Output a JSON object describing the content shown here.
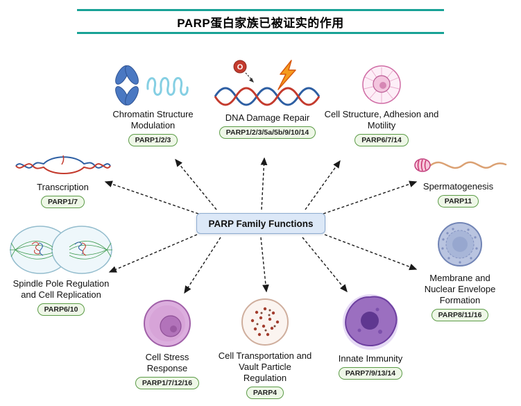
{
  "title": "PARP蛋白家族已被证实的作用",
  "center_box": {
    "label": "PARP Family Functions"
  },
  "functions": [
    {
      "name": "chromatin-structure-modulation",
      "label": "Chromatin Structure Modulation",
      "badge": "PARP1/2/3",
      "icon": "chromosome-icon"
    },
    {
      "name": "dna-damage-repair",
      "label": "DNA Damage Repair",
      "badge": "PARP1/2/3/5a/5b/9/10/14",
      "icon": "dna-damage-icon"
    },
    {
      "name": "cell-structure-adhesion-motility",
      "label": "Cell Structure, Adhesion and Motility",
      "badge": "PARP6/7/14",
      "icon": "cell-icon"
    },
    {
      "name": "transcription",
      "label": "Transcription",
      "badge": "PARP1/7",
      "icon": "transcription-bubble-icon"
    },
    {
      "name": "spermatogenesis",
      "label": "Spermatogenesis",
      "badge": "PARP11",
      "icon": "sperm-icon"
    },
    {
      "name": "spindle-pole-regulation-cell-replication",
      "label": "Spindle Pole Regulation and Cell Replication",
      "badge": "PARP6/10",
      "icon": "dividing-cell-icon"
    },
    {
      "name": "membrane-nuclear-envelope-formation",
      "label": "Membrane and Nuclear Envelope Formation",
      "badge": "PARP8/11/16",
      "icon": "nuclear-envelope-cell-icon"
    },
    {
      "name": "cell-stress-response",
      "label": "Cell Stress Response",
      "badge": "PARP1/7/12/16",
      "icon": "stress-cell-icon"
    },
    {
      "name": "cell-transportation-vault-particle-regulation",
      "label": "Cell Transportation and Vault Particle Regulation",
      "badge": "PARP4",
      "icon": "vault-particle-cell-icon"
    },
    {
      "name": "innate-immunity",
      "label": "Innate Immunity",
      "badge": "PARP7/9/13/14",
      "icon": "immune-cell-icon"
    }
  ],
  "colors": {
    "title_rule": "#18a296",
    "badge_border": "#5b9b46",
    "badge_bg": "#eef7e7",
    "center_bg": "#dce8f7",
    "center_border": "#8fadd1",
    "arrow": "#1a1a1a"
  }
}
